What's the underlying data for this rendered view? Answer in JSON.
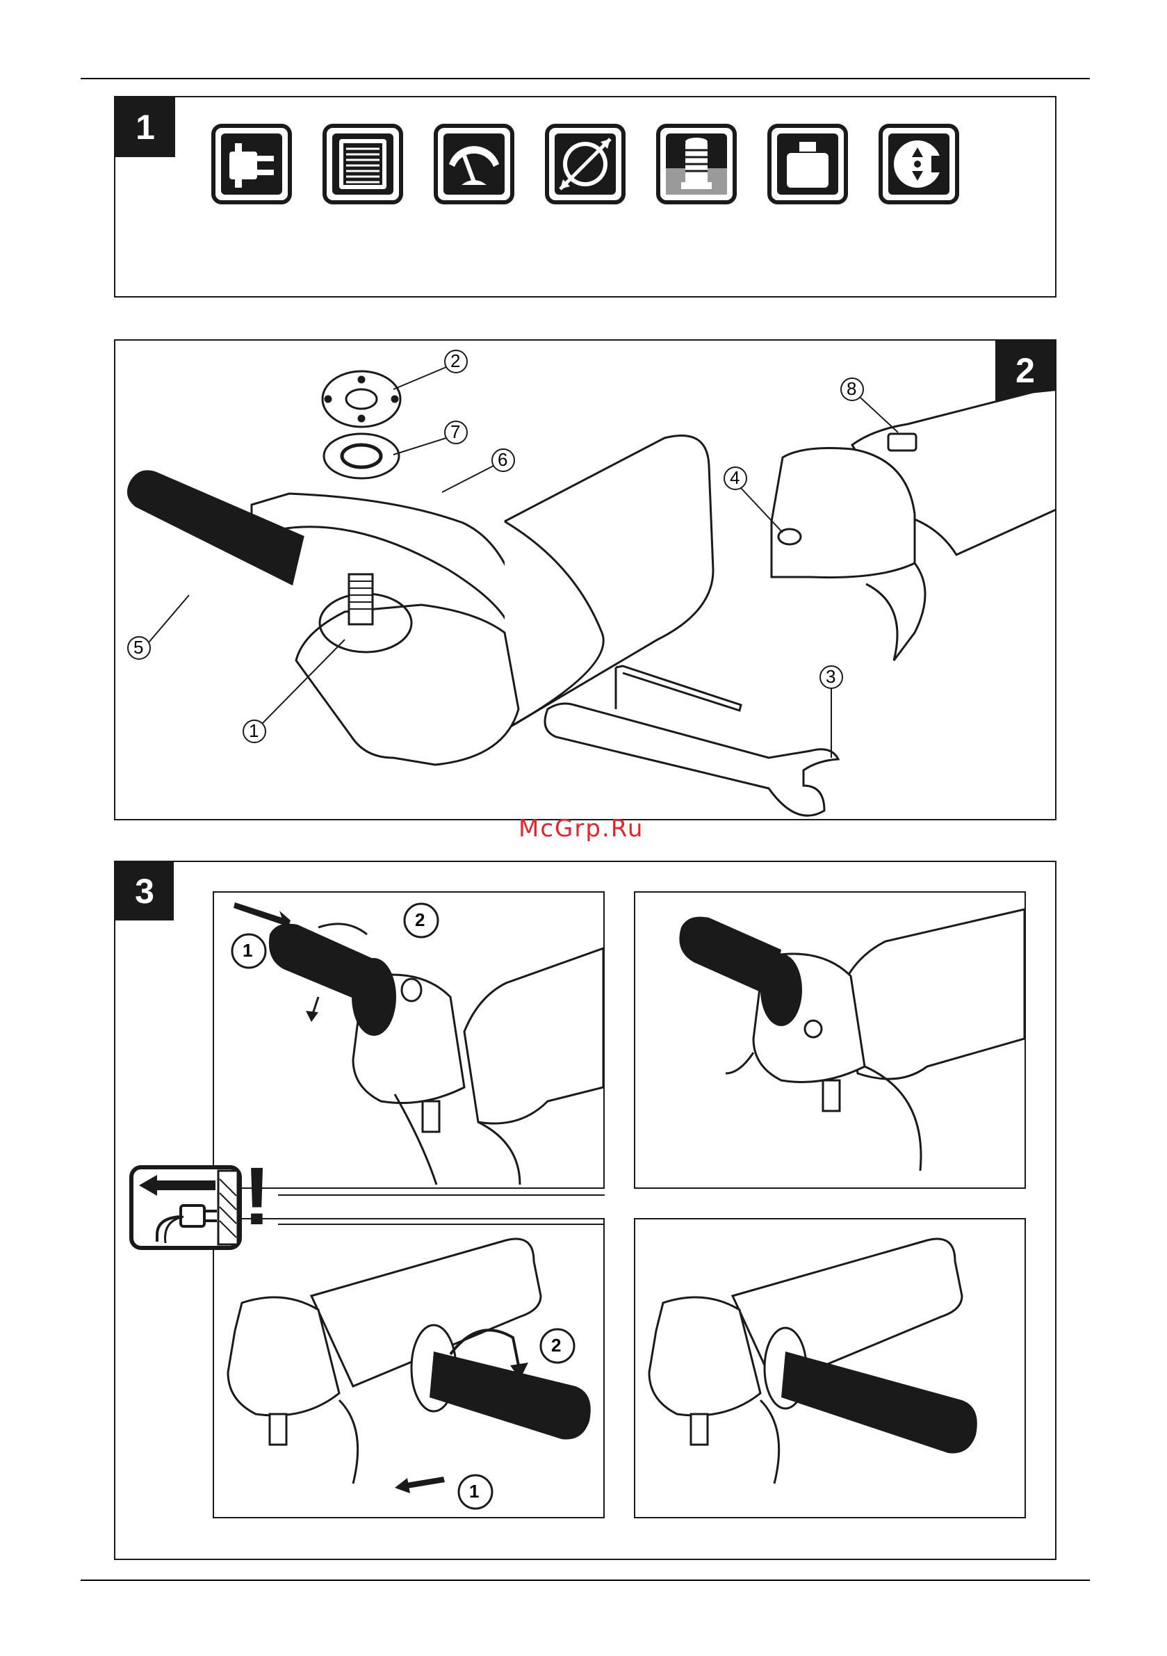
{
  "figure1": {
    "number": "1",
    "icons": [
      "power-plug-icon",
      "motor-winding-icon",
      "speed-gauge-icon",
      "disc-diameter-icon",
      "spindle-thread-icon",
      "weight-icon",
      "spindle-lock-icon"
    ]
  },
  "figure2": {
    "number": "2",
    "callouts": [
      "1",
      "2",
      "3",
      "4",
      "5",
      "6",
      "7",
      "8"
    ]
  },
  "figure3": {
    "number": "3",
    "step_labels": [
      "1",
      "2",
      "2",
      "1"
    ],
    "warning": "!"
  },
  "watermark": "McGrp.Ru",
  "colors": {
    "ink": "#1a1a1a",
    "watermark": "#e0262a",
    "shade": "#9a9a9a"
  }
}
